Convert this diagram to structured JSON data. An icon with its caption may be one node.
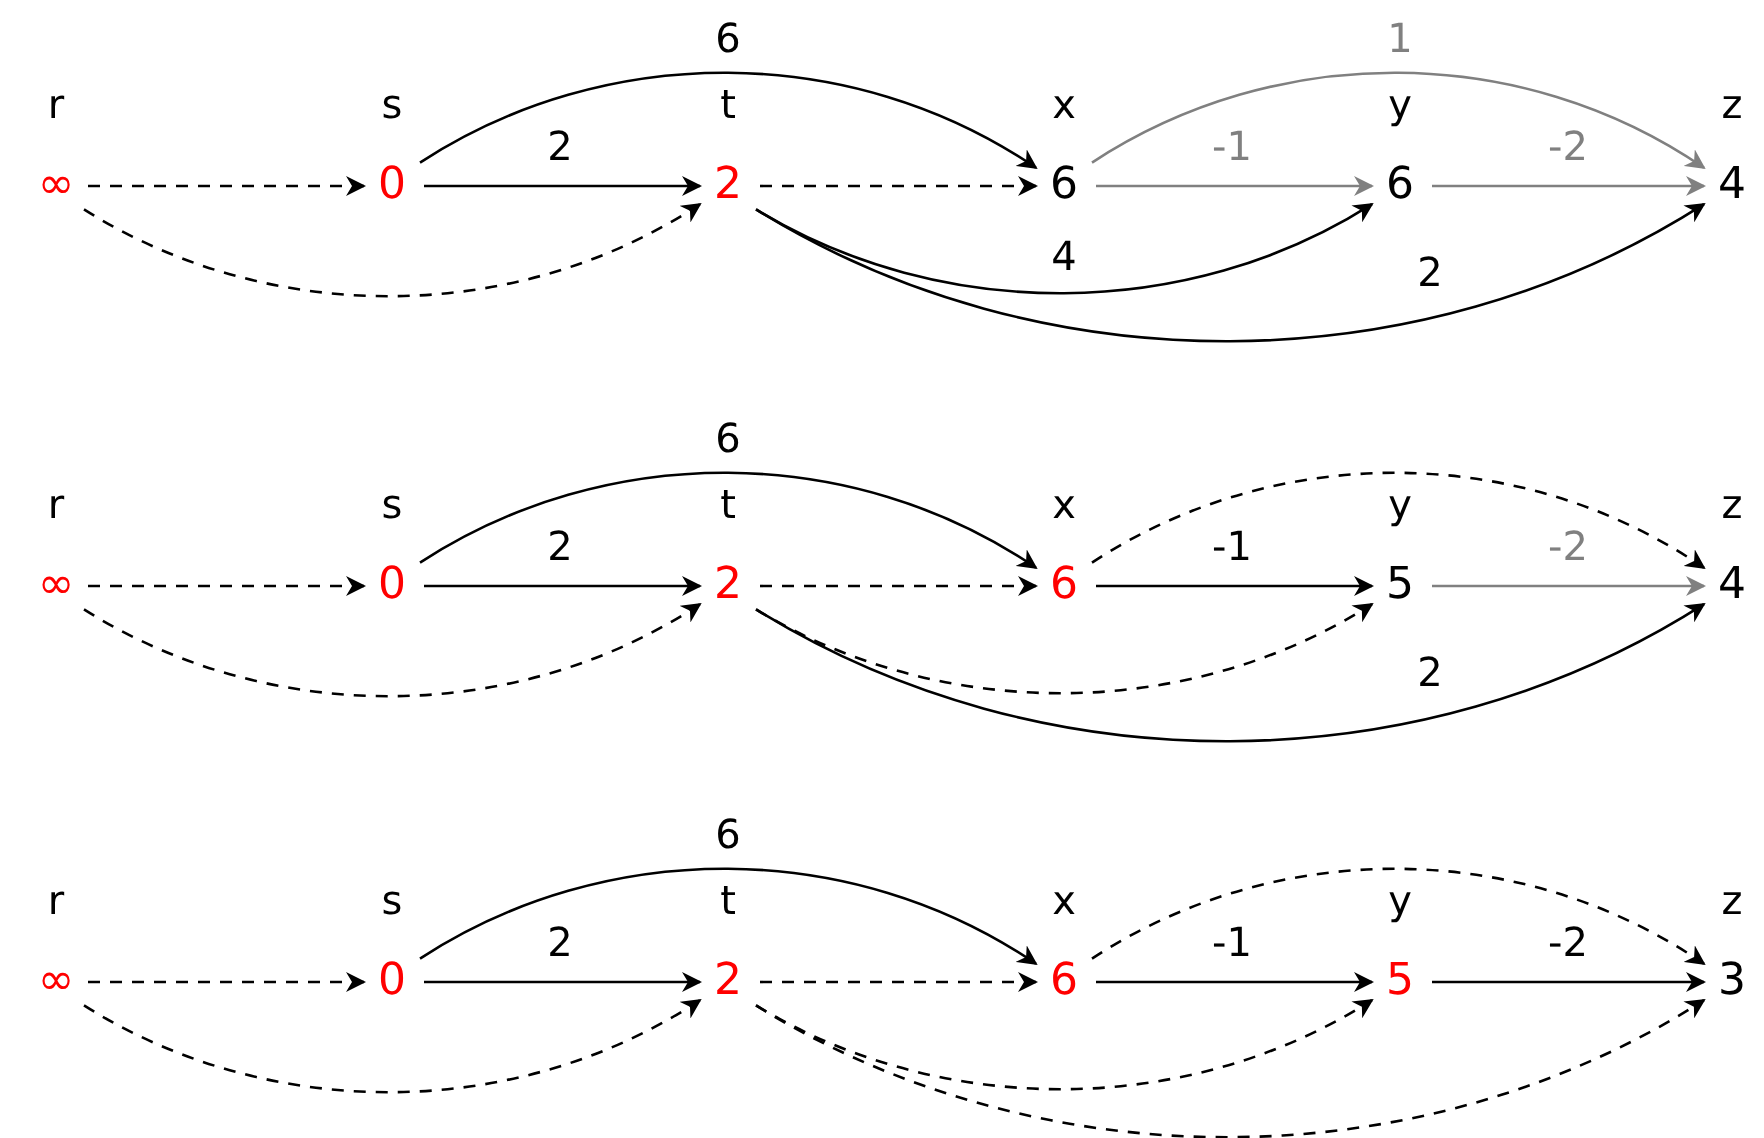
{
  "diagram": {
    "nodes": [
      {
        "text": [
          "∞"
        ],
        "beside": [
          "r"
        ]
      },
      {
        "text": [
          "0"
        ],
        "beside": [
          "s"
        ]
      },
      {
        "text": [
          "2"
        ],
        "beside": [
          "t"
        ]
      },
      {
        "text": [
          "6"
        ],
        "beside": [
          "x"
        ]
      },
      {
        "text": [
          "6"
        ],
        "beside": [
          "y"
        ]
      },
      {
        "text": [
          "4"
        ],
        "beside": [
          "z"
        ]
      },
      {
        "text": [
          "∞"
        ],
        "beside": [
          "r"
        ]
      },
      {
        "text": [
          "0"
        ],
        "beside": [
          "s"
        ]
      },
      {
        "text": [
          "2"
        ],
        "beside": [
          "t"
        ]
      },
      {
        "text": [
          "6"
        ],
        "beside": [
          "x"
        ]
      },
      {
        "text": [
          "5"
        ],
        "beside": [
          "y"
        ]
      },
      {
        "text": [
          "4"
        ],
        "beside": [
          "z"
        ]
      },
      {
        "text": [
          "∞"
        ],
        "beside": [
          "r"
        ]
      },
      {
        "text": [
          "0"
        ],
        "beside": [
          "s"
        ]
      },
      {
        "text": [
          "2"
        ],
        "beside": [
          "t"
        ]
      },
      {
        "text": [
          "6"
        ],
        "beside": [
          "x"
        ]
      },
      {
        "text": [
          "5"
        ],
        "beside": [
          "y"
        ]
      },
      {
        "text": [
          "3"
        ],
        "beside": [
          "z"
        ]
      }
    ],
    "edges": [
      {
        "from": 0,
        "to": 1,
        "arrow": "to",
        "style": "dashed"
      },
      {
        "from": 0,
        "to": 2,
        "arrow": "to",
        "style": "dashed"
      },
      {
        "from": 1,
        "to": 2,
        "arrow": "to",
        "label": "2"
      },
      {
        "from": 1,
        "to": 3,
        "arrow": "to",
        "label": "6"
      },
      {
        "from": 2,
        "to": 3,
        "arrow": "to",
        "style": "dashed"
      },
      {
        "from": 2,
        "to": 4,
        "arrow": "to",
        "label": "4"
      },
      {
        "from": 2,
        "to": 5,
        "arrow": "to",
        "label": "2"
      },
      {
        "from": 3,
        "to": 4,
        "arrow": "to",
        "label": "-1",
        "color": "#808080"
      },
      {
        "from": 3,
        "to": 5,
        "arrow": "to",
        "label": "1",
        "color": "#808080"
      },
      {
        "from": 4,
        "to": 5,
        "arrow": "to",
        "label": "-2",
        "color": "#808080"
      },
      {
        "from": 6,
        "to": 7,
        "arrow": "to",
        "style": "dashed"
      },
      {
        "from": 6,
        "to": 8,
        "arrow": "to",
        "style": "dashed"
      },
      {
        "from": 7,
        "to": 8,
        "arrow": "to",
        "label": "2"
      },
      {
        "from": 7,
        "to": 9,
        "arrow": "to",
        "label": "6"
      },
      {
        "from": 8,
        "to": 9,
        "arrow": "to",
        "style": "dashed"
      },
      {
        "from": 8,
        "to": 10,
        "arrow": "to",
        "style": "dashed"
      },
      {
        "from": 8,
        "to": 11,
        "arrow": "to",
        "label": "2"
      },
      {
        "from": 9,
        "to": 10,
        "arrow": "to",
        "label": "-1"
      },
      {
        "from": 9,
        "to": 11,
        "arrow": "to",
        "style": "dashed"
      },
      {
        "from": 10,
        "to": 11,
        "arrow": "to",
        "label": "-2",
        "color": "#808080"
      },
      {
        "from": 12,
        "to": 13,
        "arrow": "to",
        "style": "dashed"
      },
      {
        "from": 12,
        "to": 14,
        "arrow": "to",
        "style": "dashed"
      },
      {
        "from": 13,
        "to": 14,
        "arrow": "to",
        "label": "2"
      },
      {
        "from": 13,
        "to": 15,
        "arrow": "to",
        "label": "6"
      },
      {
        "from": 14,
        "to": 15,
        "arrow": "to",
        "style": "dashed"
      },
      {
        "from": 14,
        "to": 16,
        "arrow": "to",
        "style": "dashed"
      },
      {
        "from": 14,
        "to": 17,
        "arrow": "to",
        "style": "dashed"
      },
      {
        "from": 15,
        "to": 16,
        "arrow": "to",
        "label": "-1"
      },
      {
        "from": 15,
        "to": 17,
        "arrow": "to",
        "style": "dashed"
      },
      {
        "from": 16,
        "to": 17,
        "arrow": "to",
        "label": "-2"
      }
    ]
  }
}
